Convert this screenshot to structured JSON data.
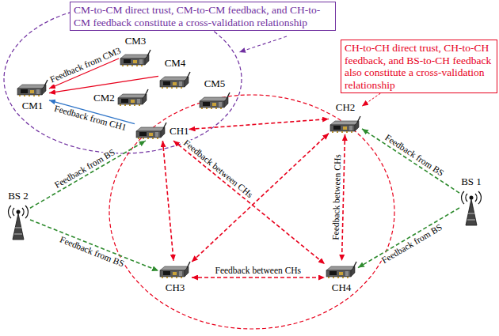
{
  "diagram": {
    "nodes": [
      {
        "text": [
          "CM-to-CM direct trust, CM-to-CM feedback, and CH-to-CM feedback constitute a cross-validation relationship"
        ]
      },
      {
        "text": [
          "CH-to-CH direct trust, CH-to-CH feedback, and BS-to-CH feedback also constitute a cross-validation relationship"
        ]
      },
      {
        "text": [
          "CM3"
        ]
      },
      {
        "text": [
          "CM4"
        ]
      },
      {
        "text": [
          "CM5"
        ]
      },
      {
        "text": [
          "CM1"
        ]
      },
      {
        "text": [
          "CM2"
        ]
      },
      {
        "text": [
          "CH1"
        ]
      },
      {
        "text": [
          "CH2"
        ]
      },
      {
        "text": [
          "BS 2"
        ]
      },
      {
        "text": [
          "BS 1"
        ]
      },
      {
        "text": [
          "CH3"
        ]
      },
      {
        "text": [
          "CH4"
        ]
      }
    ],
    "edges": [
      {
        "from": 2,
        "to": 5,
        "label": "Feedback from CM3",
        "arrow": "to"
      },
      {
        "from": 3,
        "to": 5,
        "arrow": "to"
      },
      {
        "from": 7,
        "to": 5,
        "label": "Feedback from CH1",
        "arrow": "to"
      },
      {
        "from": 1,
        "to": 8,
        "arrow": "to"
      },
      {
        "from": 7,
        "to": 8,
        "arrow": "both"
      },
      {
        "from": 7,
        "to": 11,
        "arrow": "both"
      },
      {
        "from": 7,
        "to": 12,
        "label": "Feedback between CHs",
        "arrow": "both"
      },
      {
        "from": 8,
        "to": 11,
        "arrow": "both"
      },
      {
        "from": 8,
        "to": 12,
        "label": "Feedback between CHs",
        "arrow": "both"
      },
      {
        "from": 11,
        "to": 12,
        "label": "Feedback between CHs",
        "arrow": "both"
      },
      {
        "from": 9,
        "to": 7,
        "label": "Feedback from BS",
        "arrow": "to"
      },
      {
        "from": 9,
        "to": 11,
        "label": "Feedback from BS",
        "arrow": "to"
      },
      {
        "from": 10,
        "to": 8,
        "label": "Feedback from BS",
        "arrow": "to"
      },
      {
        "from": 10,
        "to": 12,
        "label": "Feedback from BS",
        "arrow": "to"
      }
    ]
  }
}
